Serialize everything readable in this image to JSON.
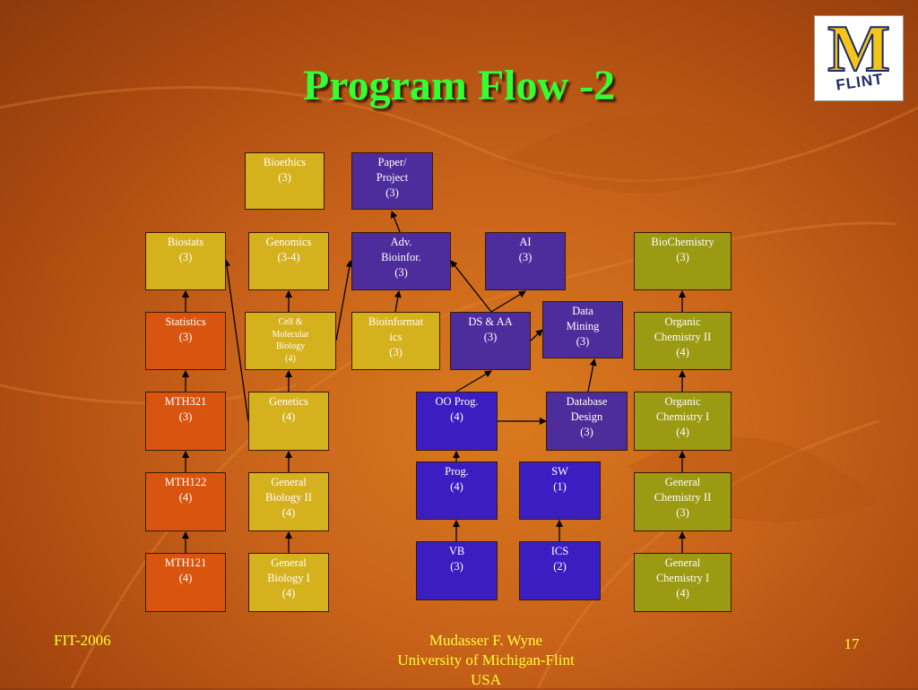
{
  "slide": {
    "title": "Program Flow -2"
  },
  "logo": {
    "letter": "M",
    "word": "FLINT"
  },
  "boxes": {
    "bioethics": "Bioethics\n(3)",
    "paper_project": "Paper/\nProject\n(3)",
    "biostats": "Biostats\n(3)",
    "genomics": "Genomics\n(3-4)",
    "adv_bioinfor": "Adv.\nBioinfor.\n(3)",
    "ai": "AI\n(3)",
    "biochemistry": "BioChemistry\n(3)",
    "statistics": "Statistics\n(3)",
    "cell_molecular_biology": "Cell &\nMolecular\nBiology\n(4)",
    "bioinformatics": "Bioinformat\nics\n(3)",
    "ds_aa": "DS & AA\n(3)",
    "data_mining": "Data\nMining\n(3)",
    "organic_chemistry_2": "Organic\nChemistry II\n(4)",
    "mth321": "MTH321\n(3)",
    "genetics": "Genetics\n(4)",
    "oo_prog": "OO Prog.\n(4)",
    "database_design": "Database\nDesign\n(3)",
    "organic_chemistry_1": "Organic\nChemistry I\n(4)",
    "mth122": "MTH122\n(4)",
    "general_biology_2": "General\nBiology II\n(4)",
    "prog": "Prog.\n(4)",
    "sw": "SW\n(1)",
    "general_chemistry_2": "General\nChemistry II\n(3)",
    "mth121": "MTH121\n(4)",
    "general_biology_1": "General\nBiology I\n(4)",
    "vb": "VB\n(3)",
    "ics": "ICS\n(2)",
    "general_chemistry_1": "General\nChemistry I\n(4)"
  },
  "footer": {
    "left": "FIT-2006",
    "center": "Mudasser F. Wyne\nUniversity of Michigan-Flint\nUSA",
    "page_number": "17"
  }
}
